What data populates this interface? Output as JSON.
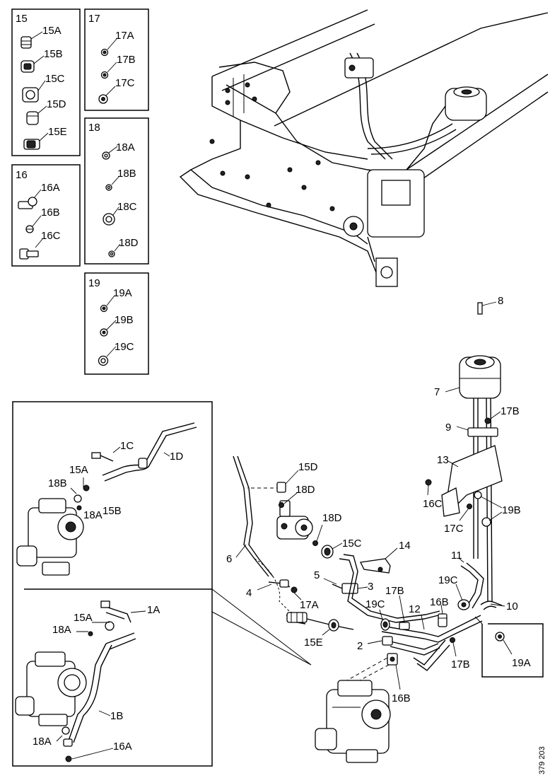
{
  "inset_boxes": {
    "box15": {
      "number": "15",
      "items": [
        "15A",
        "15B",
        "15C",
        "15D",
        "15E"
      ]
    },
    "box16": {
      "number": "16",
      "items": [
        "16A",
        "16B",
        "16C"
      ]
    },
    "box17": {
      "number": "17",
      "items": [
        "17A",
        "17B",
        "17C"
      ]
    },
    "box18": {
      "number": "18",
      "items": [
        "18A",
        "18B",
        "18C",
        "18D"
      ]
    },
    "box19": {
      "number": "19",
      "items": [
        "19A",
        "19B",
        "19C"
      ]
    }
  },
  "detail_view": {
    "upper_labels": [
      "1C",
      "1D",
      "15A",
      "18B",
      "18A",
      "15B"
    ],
    "lower_labels": [
      "1A",
      "15A",
      "18A",
      "1B",
      "18A",
      "16A"
    ]
  },
  "callouts": {
    "c8": "8",
    "c7": "7",
    "c17B_top": "17B",
    "c9": "9",
    "c13": "13",
    "c16C": "16C",
    "c19B": "19B",
    "c17C": "17C",
    "c15D": "15D",
    "c18D_a": "18D",
    "c18D_b": "18D",
    "c15C": "15C",
    "c14": "14",
    "c6": "6",
    "c5": "5",
    "c3": "3",
    "c4": "4",
    "c17A": "17A",
    "c17B_mid": "17B",
    "c19C_a": "19C",
    "c12": "12",
    "c16B_a": "16B",
    "c11": "11",
    "c19C_b": "19C",
    "c10": "10",
    "c15E": "15E",
    "c2": "2",
    "c17B_low": "17B",
    "c16B_b": "16B",
    "c19A": "19A"
  },
  "figure_ref": "379 203"
}
